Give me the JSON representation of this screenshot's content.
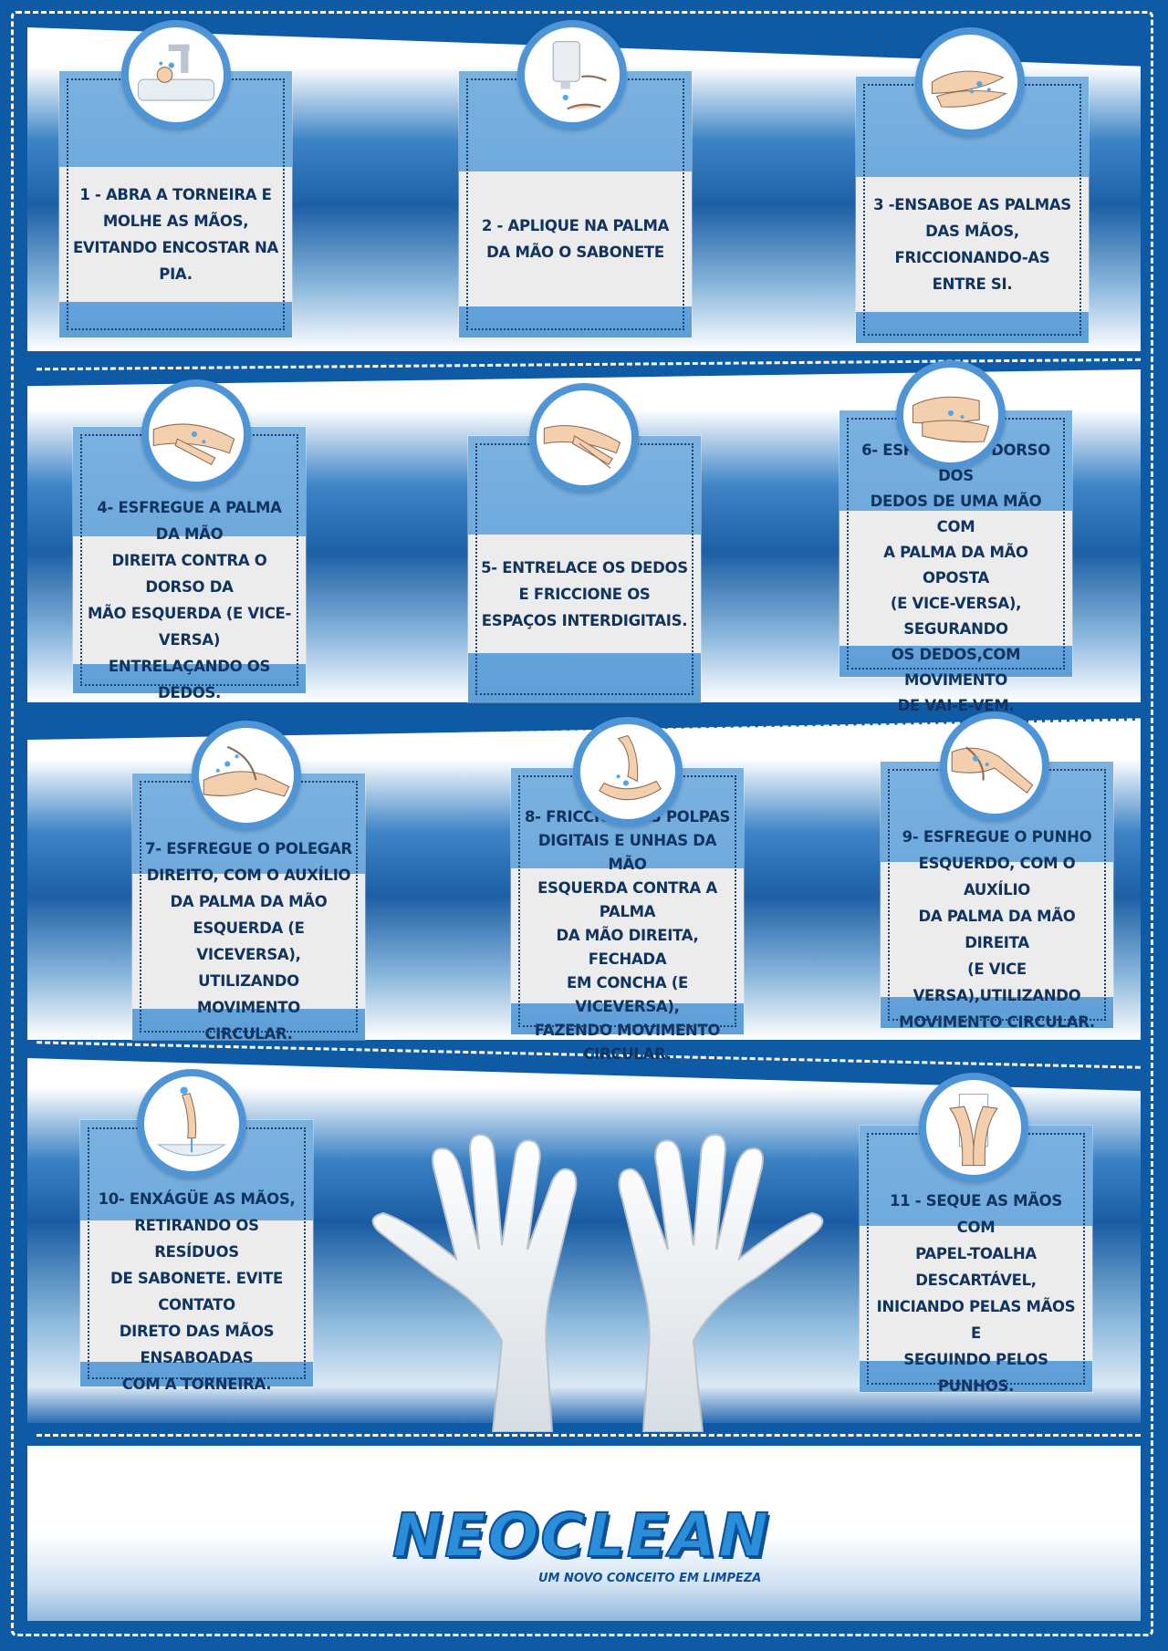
{
  "steps": [
    {
      "id": 1,
      "icon": "faucet-wash-icon",
      "text": "1 - Abra a torneira e\nmolhe as mãos,\nevitando encostar na pia."
    },
    {
      "id": 2,
      "icon": "soap-dispenser-icon",
      "text": "2 - Aplique na palma\nda mão o sabonete"
    },
    {
      "id": 3,
      "icon": "palms-rub-icon",
      "text": "3 -Ensaboe as palmas\ndas mãos, friccionando-as\nentre si."
    },
    {
      "id": 4,
      "icon": "palm-over-dorsum-icon",
      "text": "4- Esfregue a palma da mão\ndireita contra o dorso da\nmão esquerda (e vice-versa)\nentrelaçando os dedos."
    },
    {
      "id": 5,
      "icon": "interlace-fingers-icon",
      "text": "5- Entrelace os dedos\ne friccione  os\nespaços interdigitais."
    },
    {
      "id": 6,
      "icon": "finger-backs-icon",
      "text": "6- Esfregue o dorso dos\ndedos  de uma mão com\na palma da mão oposta\n(e vice-versa), segurando\nos dedos,com movimento\nde vai-e-vem."
    },
    {
      "id": 7,
      "icon": "thumb-rub-icon",
      "text": "7- Esfregue o polegar\ndireito,  com o auxílio\nda palma da mão\nesquerda (e viceversa),\nutilizando movimento\ncircular."
    },
    {
      "id": 8,
      "icon": "fingertips-rub-icon",
      "text": "8- Friccione as polpas\ndigitais  e unhas da mão\nesquerda contra a palma\nda mão direita, fechada\nem concha (e viceversa),\nfazendo movimento\ncircular."
    },
    {
      "id": 9,
      "icon": "wrist-rub-icon",
      "text": "9- Esfregue o punho\nesquerdo, com o auxílio\nda palma da mão direita\n(e vice versa),utilizando\nmovimento circular."
    },
    {
      "id": 10,
      "icon": "rinse-hands-icon",
      "text": "10- Enxágüe as mãos,\nretirando os resíduos\nde sabonete. Evite contato\ndireto das mãos ensaboadas\ncom a torneira."
    },
    {
      "id": 11,
      "icon": "paper-towel-dry-icon",
      "text": "11 - Seque as mãos com\npapel-toalha descartável,\niniciando pelas mãos e\nseguindo pelos punhos."
    }
  ],
  "brand": {
    "name": "NEOCLEAN",
    "tagline": "UM NOVO CONCEITO EM LIMPEZA"
  },
  "colors": {
    "background": "#0e5aa5",
    "card": "#6aa8dc",
    "text": "#10335f",
    "logo": "#2a8ed8"
  }
}
